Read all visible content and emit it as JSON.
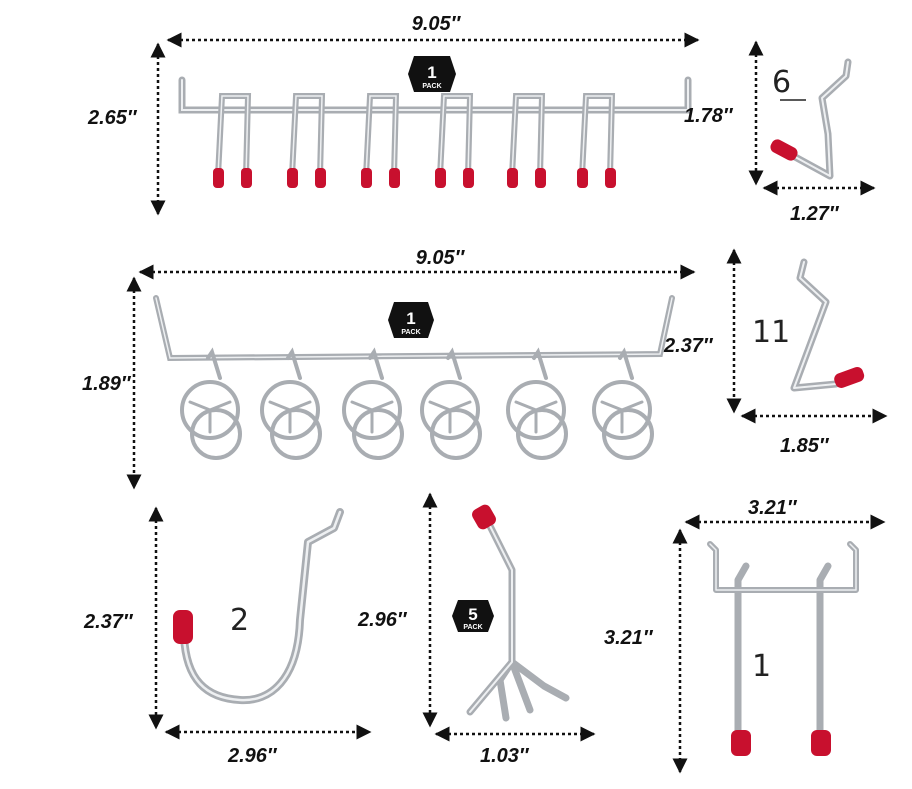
{
  "metal_color": "#a9adb2",
  "tip_color": "#c8102e",
  "items": [
    {
      "name": "double-prong-hook-rack",
      "width_label": "9.05″",
      "height_label": "2.65″",
      "pack_number": "1",
      "pack_label": "PACK"
    },
    {
      "name": "j-hook-small",
      "count": "6",
      "height_label": "1.78″",
      "width_label": "1.27″"
    },
    {
      "name": "loop-hook-rack",
      "width_label": "9.05″",
      "height_label": "1.89″",
      "pack_number": "1",
      "pack_label": "PACK"
    },
    {
      "name": "l-hook",
      "count": "11",
      "height_label": "2.37″",
      "width_label": "1.85″"
    },
    {
      "name": "j-hook-large",
      "count": "2",
      "height_label": "2.37″",
      "width_label": "2.96″"
    },
    {
      "name": "tool-holder-hook",
      "pack_number": "5",
      "pack_label": "PACK",
      "height_label": "2.96″",
      "width_label": "1.03″"
    },
    {
      "name": "double-prong-hook",
      "count": "1",
      "height_label": "3.21″",
      "width_label": "3.21″"
    }
  ]
}
